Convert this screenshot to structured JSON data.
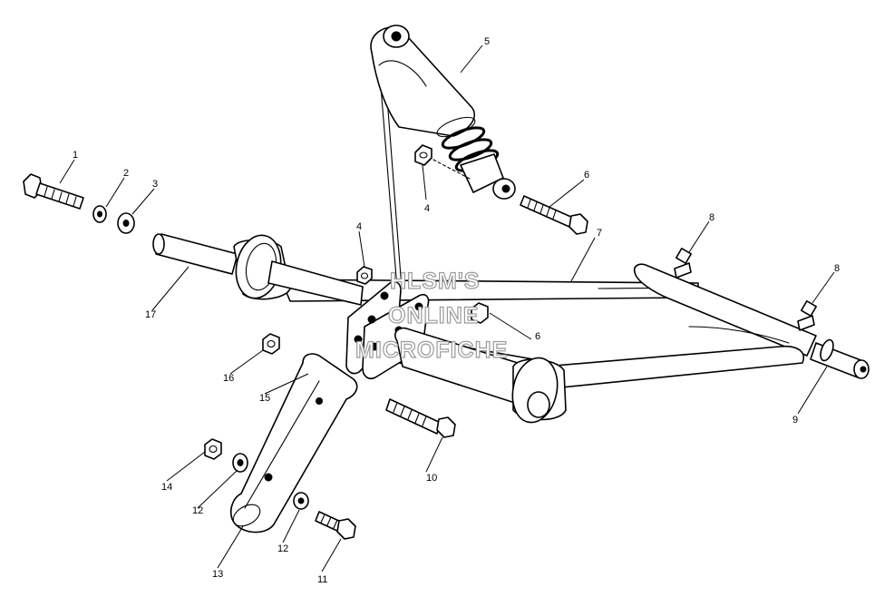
{
  "watermark": {
    "line1": "HLSM'S",
    "line2": "ONLINE",
    "line3": "MICROFICHE"
  },
  "callouts": [
    {
      "label": "1"
    },
    {
      "label": "2"
    },
    {
      "label": "3"
    },
    {
      "label": "4"
    },
    {
      "label": "4"
    },
    {
      "label": "5"
    },
    {
      "label": "6"
    },
    {
      "label": "6"
    },
    {
      "label": "7"
    },
    {
      "label": "8"
    },
    {
      "label": "8"
    },
    {
      "label": "9"
    },
    {
      "label": "10"
    },
    {
      "label": "11"
    },
    {
      "label": "12"
    },
    {
      "label": "12"
    },
    {
      "label": "13"
    },
    {
      "label": "14"
    },
    {
      "label": "15"
    },
    {
      "label": "16"
    },
    {
      "label": "17"
    }
  ]
}
